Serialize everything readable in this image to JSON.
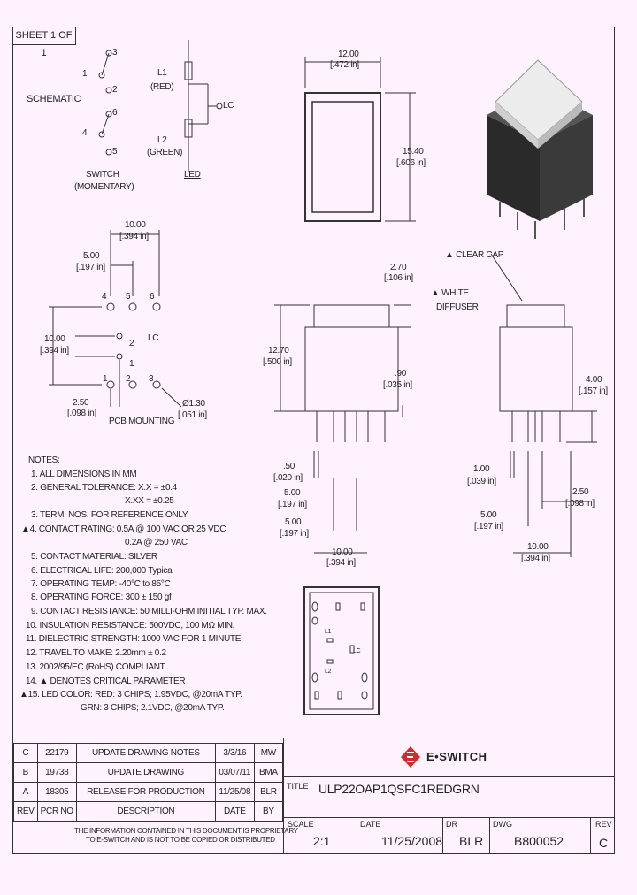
{
  "sheet": "SHEET 1 OF 1",
  "schematic": {
    "title": "SCHEMATIC",
    "pins": [
      "1",
      "2",
      "3",
      "4",
      "5",
      "6"
    ],
    "switch_label_1": "SWITCH",
    "switch_label_2": "(MOMENTARY)",
    "led_label": "LED",
    "l1": "L1",
    "l1_color": "(RED)",
    "l2": "L2",
    "l2_color": "(GREEN)",
    "lc": "LC"
  },
  "top_view": {
    "width_mm": "12.00",
    "width_in": "[.472 in]",
    "height_mm": "15.40",
    "height_in": "[.606 in]"
  },
  "pcb": {
    "title": "PCB MOUNTING",
    "d1_mm": "10.00",
    "d1_in": "[.394 in]",
    "d2_mm": "5.00",
    "d2_in": "[.197 in]",
    "d3_mm": "10.00",
    "d3_in": "[.394 in]",
    "d4_mm": "2.50",
    "d4_in": "[.098 in]",
    "hole_mm": "Ø1.30",
    "hole_in": "[.051 in]",
    "pins": [
      "4",
      "5",
      "6",
      "2",
      "1",
      "1",
      "2",
      "3"
    ],
    "lc": "LC"
  },
  "side_view": {
    "cap_mm": "2.70",
    "cap_in": "[.106 in]",
    "height_mm": "12.70",
    "height_in": "[.500 in]",
    "gap_mm": ".90",
    "gap_in": "[.035 in]",
    "pin_w_mm": ".50",
    "pin_w_in": "[.020 in]",
    "p1_mm": "5.00",
    "p1_in": "[.197 in]",
    "p2_mm": "5.00",
    "p2_in": "[.197 in]",
    "p3_mm": "10.00",
    "p3_in": "[.394 in]"
  },
  "side_view_2": {
    "clear_cap": "CLEAR CAP",
    "white": "WHITE",
    "diffuser": "DIFFUSER",
    "pin_len_mm": "4.00",
    "pin_len_in": "[.157 in]",
    "a_mm": "1.00",
    "a_in": "[.039 in]",
    "b_mm": "2.50",
    "b_in": "[.098 in]",
    "c_mm": "5.00",
    "c_in": "[.197 in]",
    "d_mm": "10.00",
    "d_in": "[.394 in]"
  },
  "bottom_view": {
    "l1": "L1",
    "l2": "L2",
    "lc": "LC"
  },
  "notes": {
    "title": "NOTES:",
    "lines": [
      "1. ALL DIMENSIONS IN MM",
      "2. GENERAL TOLERANCE: X.X = ±0.4",
      "X.XX = ±0.25",
      "3. TERM. NOS. FOR REFERENCE ONLY.",
      "4. CONTACT RATING: 0.5A @ 100 VAC OR 25 VDC",
      "0.2A @ 250 VAC",
      "5. CONTACT MATERIAL: SILVER",
      "6. ELECTRICAL LIFE: 200,000 Typical",
      "7. OPERATING TEMP: -40°C to 85°C",
      "8. OPERATING FORCE: 300 ± 150 gf",
      "9. CONTACT RESISTANCE: 50 MILLI-OHM INITIAL TYP. MAX.",
      "10. INSULATION RESISTANCE: 500VDC, 100 MΩ MIN.",
      "11. DIELECTRIC STRENGTH: 1000 VAC FOR 1 MINUTE",
      "12. TRAVEL TO MAKE: 2.20mm ± 0.2",
      "13. 2002/95/EC (RoHS) COMPLIANT",
      "14. ▲ DENOTES CRITICAL PARAMETER",
      "15. LED COLOR: RED: 3 CHIPS; 1.95VDC, @20mA TYP.",
      "GRN: 3 CHIPS; 2.1VDC, @20mA TYP."
    ]
  },
  "revisions": {
    "rows": [
      [
        "C",
        "22179",
        "UPDATE DRAWING NOTES",
        "3/3/16",
        "MW"
      ],
      [
        "B",
        "19738",
        "UPDATE DRAWING",
        "03/07/11",
        "BMA"
      ],
      [
        "A",
        "18305",
        "RELEASE FOR PRODUCTION",
        "11/25/08",
        "BLR"
      ]
    ],
    "header": [
      "REV",
      "PCR NO",
      "DESCRIPTION",
      "DATE",
      "BY"
    ]
  },
  "disclaimer_1": "THE INFORMATION CONTAINED IN THIS DOCUMENT IS PROPRIETARY",
  "disclaimer_2": "TO E-SWITCH AND IS NOT TO BE COPIED OR DISTRIBUTED",
  "brand": "E•SWITCH",
  "title_block": {
    "title_label": "TITLE",
    "title": "ULP22OAP1QSFC1REDGRN",
    "scale_label": "SCALE",
    "scale": "2:1",
    "date_label": "DATE",
    "date": "11/25/2008",
    "dr_label": "DR",
    "dr": "BLR",
    "dwg_label": "DWG",
    "dwg": "B800052",
    "rev_label": "REV",
    "rev": "C"
  },
  "colors": {
    "paper": "#fdf2fd",
    "line": "#333333",
    "brand_red": "#d42a2a",
    "body": "#2c2c2c"
  }
}
